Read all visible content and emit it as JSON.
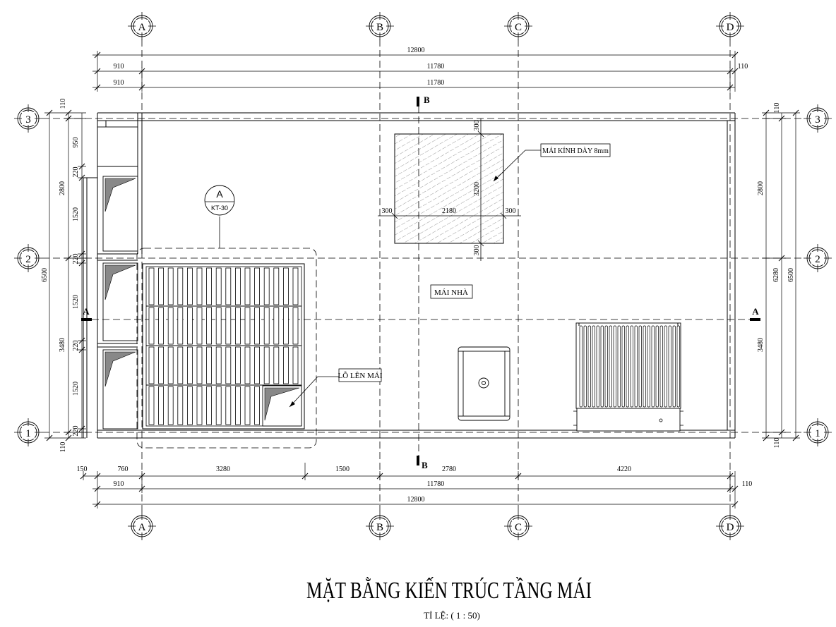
{
  "title": "MẶT BẰNG KIẾN TRÚC TẦNG MÁI",
  "scale": "TỈ LỆ: ( 1 : 50)",
  "grid": {
    "cols": [
      "A",
      "B",
      "C",
      "D"
    ],
    "rows": [
      "3",
      "2",
      "1"
    ]
  },
  "dims": {
    "top_total": "12800",
    "top_left": "910",
    "top_mid": "11780",
    "top_right": "110",
    "top2_left": "910",
    "top2_mid": "11780",
    "bot_150": "150",
    "bot_760": "760",
    "bot_3280": "3280",
    "bot_1500": "1500",
    "bot_2780": "2780",
    "bot_4220": "4220",
    "bot2_left": "910",
    "bot2_mid": "11780",
    "bot2_right": "110",
    "bot_total": "12800",
    "left_110a": "110",
    "left_950": "950",
    "left_220a": "220",
    "left_1520a": "1520",
    "left_220b": "220",
    "left_1520b": "1520",
    "left_220c": "220",
    "left_1520c": "1520",
    "left_220d": "220",
    "left_110b": "110",
    "left_2800": "2800",
    "left_3480": "3480",
    "left_6500": "6500",
    "right_110a": "110",
    "right_2800": "2800",
    "right_3480": "3480",
    "right_6280": "6280",
    "right_6500": "6500",
    "right_110b": "110",
    "sky_300_top": "300",
    "sky_3200": "3200",
    "sky_300_bot": "300",
    "sky_300_l": "300",
    "sky_2180": "2180",
    "sky_300_r": "300"
  },
  "labels": {
    "glass_roof": "MÁI KÍNH DÀY 8mm",
    "roof": "MÁI NHÀ",
    "roof_hatch": "LỖ LÊN MÁI",
    "detail_letter": "A",
    "detail_ref": "KT-30",
    "section_a": "A",
    "section_b": "B"
  }
}
